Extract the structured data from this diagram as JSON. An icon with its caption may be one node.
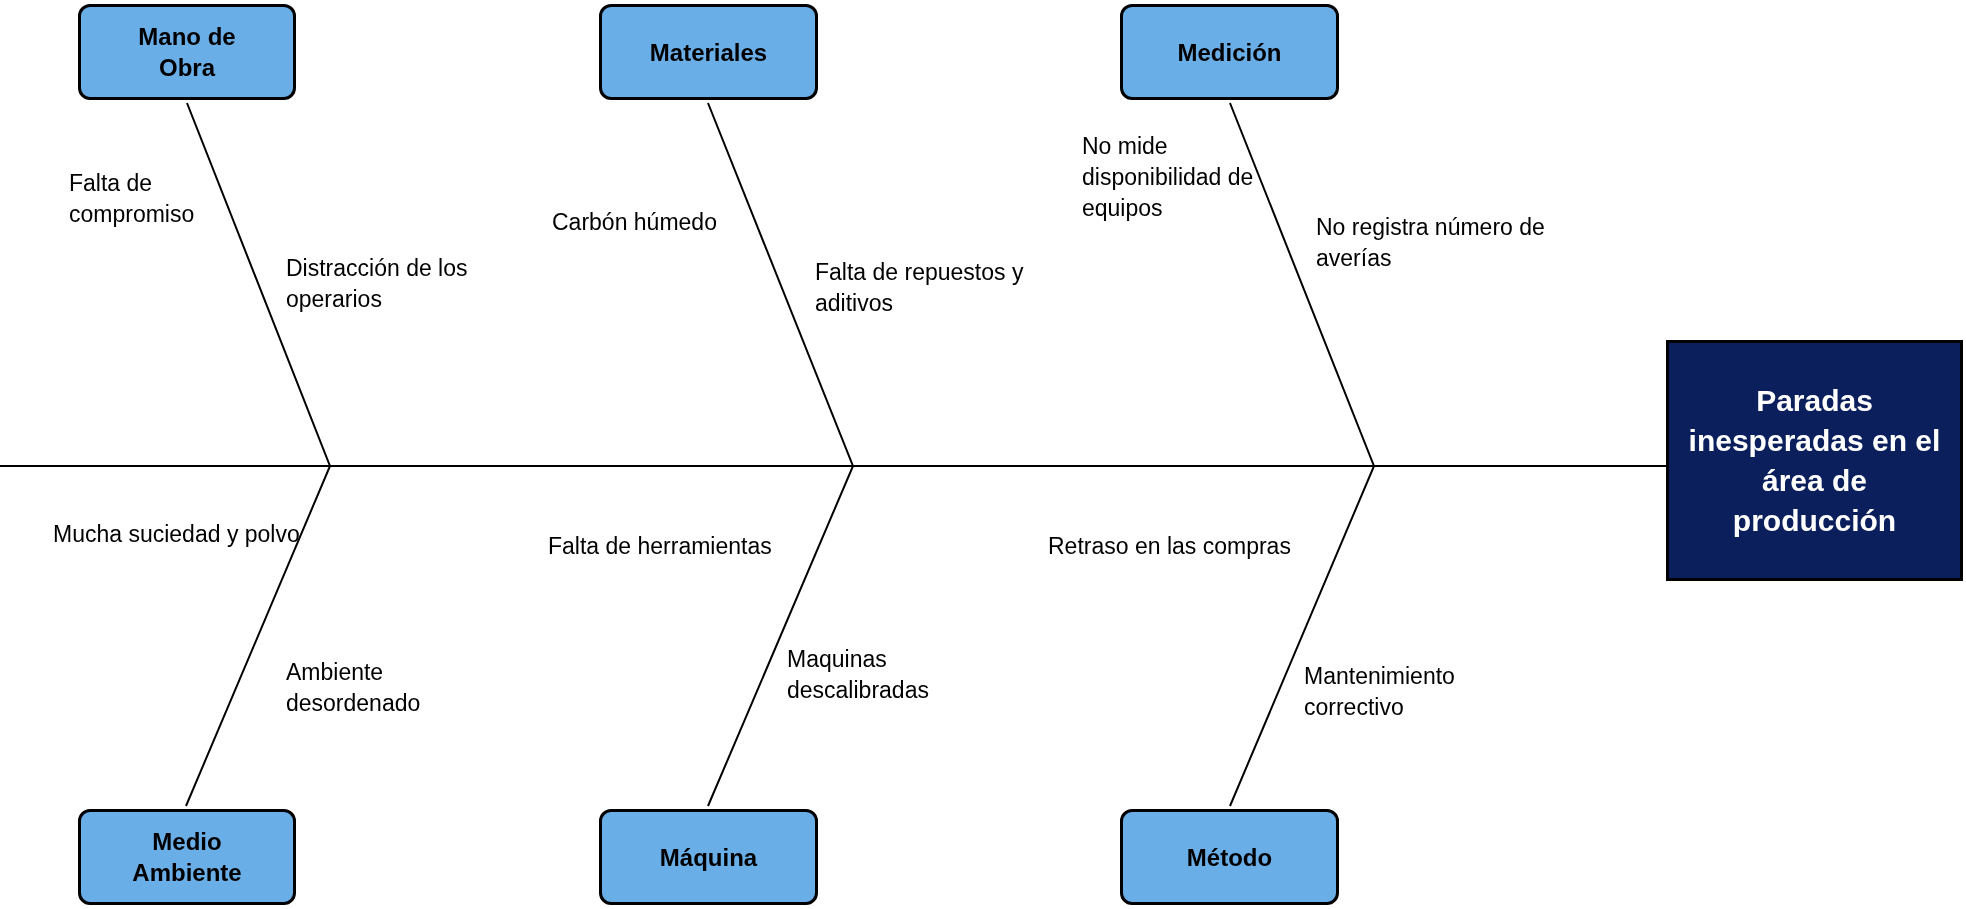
{
  "diagram": {
    "nodes": [
      {
        "text": [
          "Mano de Obra"
        ]
      },
      {
        "text": [
          "Materiales"
        ]
      },
      {
        "text": [
          "Medición"
        ]
      },
      {
        "text": [
          "Medio Ambiente"
        ]
      },
      {
        "text": [
          "Máquina"
        ]
      },
      {
        "text": [
          "Método"
        ]
      },
      {
        "text": [
          "Paradas inesperadas en el área de producción"
        ]
      }
    ],
    "edges": [
      {
        "from": 0,
        "to": 6,
        "arrow": "none"
      },
      {
        "from": 1,
        "to": 6,
        "arrow": "none"
      },
      {
        "from": 2,
        "to": 6,
        "arrow": "none"
      },
      {
        "from": 3,
        "to": 6,
        "arrow": "none"
      },
      {
        "from": 4,
        "to": 6,
        "arrow": "none"
      },
      {
        "from": 5,
        "to": 6,
        "arrow": "none"
      }
    ],
    "labels": [
      "Falta de compromiso",
      "Distracción de los operarios",
      "Carbón húmedo",
      "Falta de repuestos y aditivos",
      "No mide disponibilidad de equipos",
      "No registra número de averías",
      "Mucha suciedad y polvo",
      "Ambiente desordenado",
      "Falta de herramientas",
      "Maquinas descalibradas",
      "Retraso en las compras",
      "Mantenimiento correctivo"
    ]
  }
}
